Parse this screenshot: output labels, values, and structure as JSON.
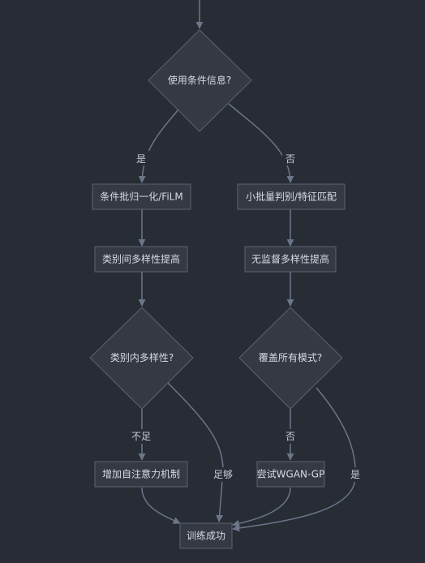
{
  "colors": {
    "background": "#282c34",
    "node_fill": "#353944",
    "node_stroke": "#5c6370",
    "edge": "#6b7689",
    "text": "#d7dae0"
  },
  "nodes": {
    "use_condition": "使用条件信息?",
    "cond_batchnorm": "条件批归一化/FiLM",
    "minibatch_disc": "小批量判别/特征匹配",
    "inter_class": "类别间多样性提高",
    "unsup_diversity": "无监督多样性提高",
    "intra_class": "类别内多样性?",
    "cover_modes": "覆盖所有模式?",
    "add_attention": "增加自注意力机制",
    "try_wgan": "尝试WGAN-GP",
    "train_success": "训练成功"
  },
  "edges": {
    "yes_1": "是",
    "no_1": "否",
    "insufficient": "不足",
    "enough": "足够",
    "no_2": "否",
    "yes_2": "是"
  }
}
